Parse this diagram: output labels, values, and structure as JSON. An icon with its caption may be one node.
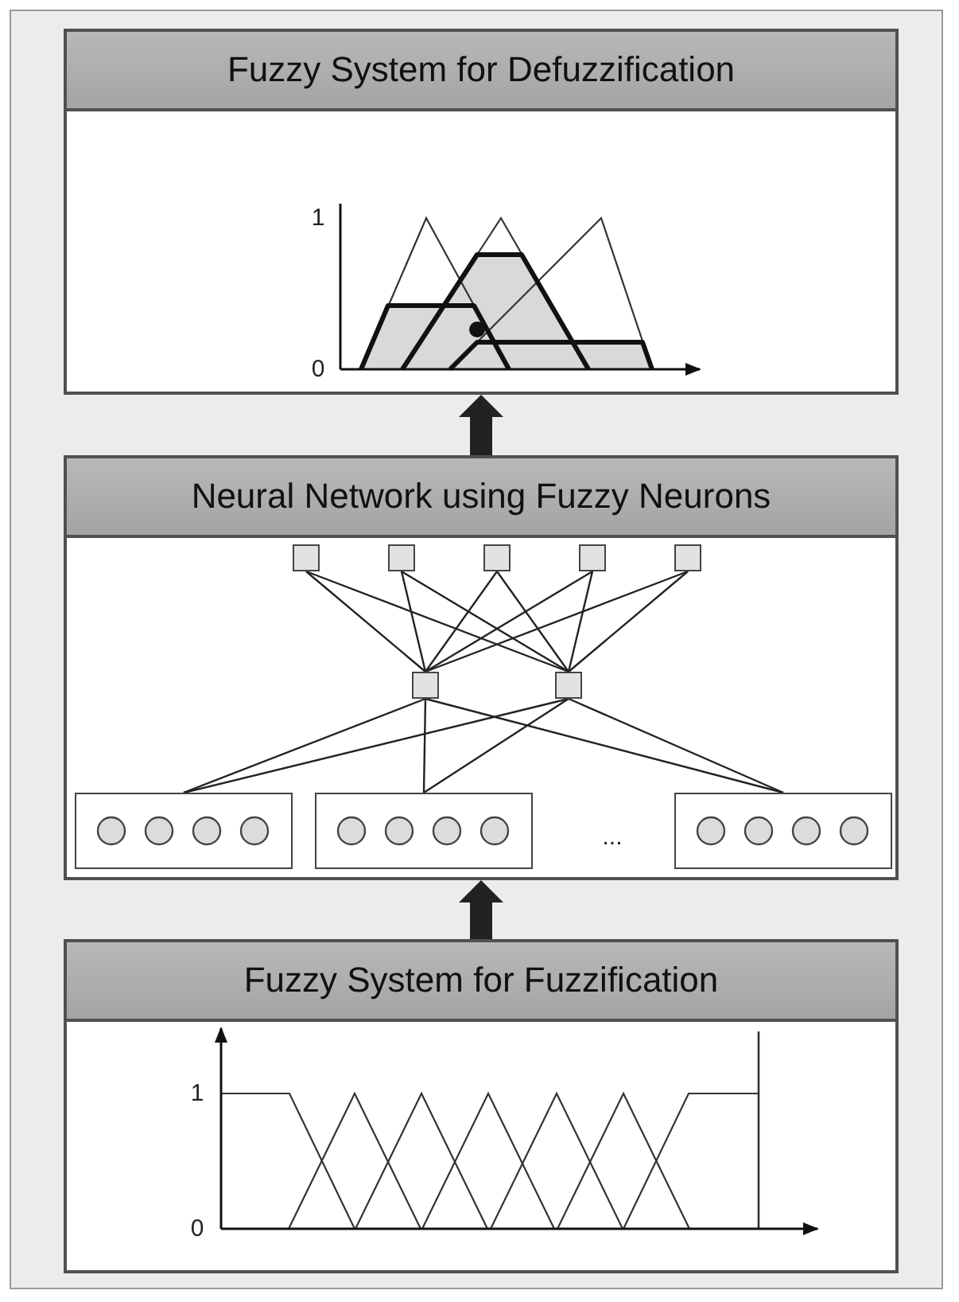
{
  "diagram": {
    "nodes": [
      {
        "text": [
          "Fuzzy System for Defuzzification"
        ]
      },
      {
        "text": [
          "Neural Network using Fuzzy Neurons"
        ]
      },
      {
        "text": [],
        "shape": "box",
        "in": 1
      },
      {
        "text": [],
        "shape": "box",
        "in": 1
      },
      {
        "text": [],
        "shape": "box",
        "in": 1
      },
      {
        "text": [],
        "shape": "box",
        "in": 1
      },
      {
        "text": [],
        "shape": "box",
        "in": 1
      },
      {
        "text": [],
        "shape": "box",
        "in": 1
      },
      {
        "text": [],
        "shape": "box",
        "in": 1
      },
      {
        "text": [],
        "shape": "box",
        "in": 1
      },
      {
        "text": [],
        "shape": "box",
        "in": 1
      },
      {
        "text": [],
        "shape": "box",
        "in": 1
      },
      {
        "text": [
          "Fuzzy System for Fuzzification"
        ]
      }
    ],
    "edges": [
      {
        "from": 12,
        "to": 1,
        "arrow": "to",
        "style": "thick"
      },
      {
        "from": 1,
        "to": 0,
        "arrow": "to",
        "style": "thick"
      },
      {
        "from": 2,
        "to": 7,
        "arrow": "none"
      },
      {
        "from": 2,
        "to": 8,
        "arrow": "none"
      },
      {
        "from": 3,
        "to": 7,
        "arrow": "none"
      },
      {
        "from": 3,
        "to": 8,
        "arrow": "none"
      },
      {
        "from": 4,
        "to": 7,
        "arrow": "none"
      },
      {
        "from": 4,
        "to": 8,
        "arrow": "none"
      },
      {
        "from": 5,
        "to": 7,
        "arrow": "none"
      },
      {
        "from": 5,
        "to": 8,
        "arrow": "none"
      },
      {
        "from": 6,
        "to": 7,
        "arrow": "none"
      },
      {
        "from": 6,
        "to": 8,
        "arrow": "none"
      },
      {
        "from": 7,
        "to": 9,
        "arrow": "none"
      },
      {
        "from": 8,
        "to": 9,
        "arrow": "none"
      },
      {
        "from": 7,
        "to": 10,
        "arrow": "none"
      },
      {
        "from": 8,
        "to": 10,
        "arrow": "none"
      },
      {
        "from": 7,
        "to": 11,
        "arrow": "none"
      },
      {
        "from": 8,
        "to": 11,
        "arrow": "none"
      }
    ],
    "labels": [
      "1",
      "0",
      "...",
      "1",
      "0"
    ]
  }
}
